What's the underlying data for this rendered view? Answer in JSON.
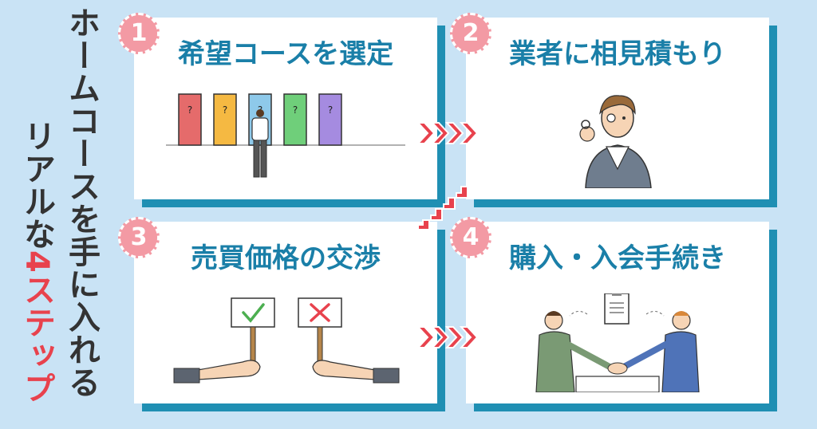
{
  "title": {
    "line1": "ホームコースを手に入れる",
    "line2_prefix": "リアルな",
    "line2_highlight": "4ステップ"
  },
  "steps": [
    {
      "number": "1",
      "label": "希望コースを選定"
    },
    {
      "number": "2",
      "label": "業者に相見積もり"
    },
    {
      "number": "3",
      "label": "売買価格の交渉"
    },
    {
      "number": "4",
      "label": "購入・入会手続き"
    }
  ],
  "doors": [
    "?",
    "?",
    "?",
    "?",
    "?"
  ],
  "colors": {
    "background": "#c9e3f5",
    "card_shadow": "#1f8fb3",
    "title_text": "#1a7fa8",
    "badge": "#f39aa4",
    "arrow": "#e8424d",
    "door_red": "#e56b6b",
    "door_yellow": "#f5b942",
    "door_blue": "#8ec9ea",
    "door_green": "#6fcf7a",
    "door_purple": "#a58be0"
  },
  "icons": [
    "question-doors-illustration",
    "jeweler-magnifier-illustration",
    "check-cross-signs-illustration",
    "handshake-contract-illustration",
    "arrow-chevrons-icon"
  ]
}
